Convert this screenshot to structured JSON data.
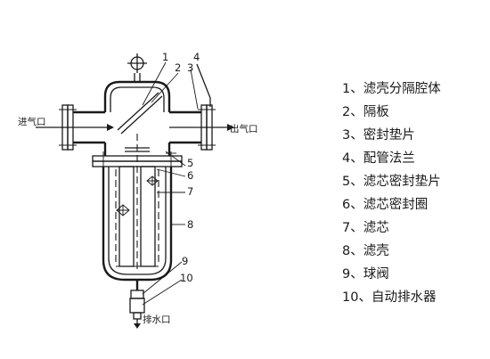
{
  "diagram": {
    "inlet_label": "进气口",
    "outlet_label": "出气口",
    "drain_label": "排水口",
    "callouts": [
      "1",
      "2",
      "3",
      "4",
      "5",
      "6",
      "7",
      "8",
      "9",
      "10"
    ],
    "legend": [
      "1、滤壳分隔腔体",
      "2、隔板",
      "3、密封垫片",
      "4、配管法兰",
      "5、滤芯密封垫片",
      "6、滤芯密封圈",
      "7、滤芯",
      "8、滤壳",
      "9、球阀",
      "10、自动排水器"
    ]
  }
}
